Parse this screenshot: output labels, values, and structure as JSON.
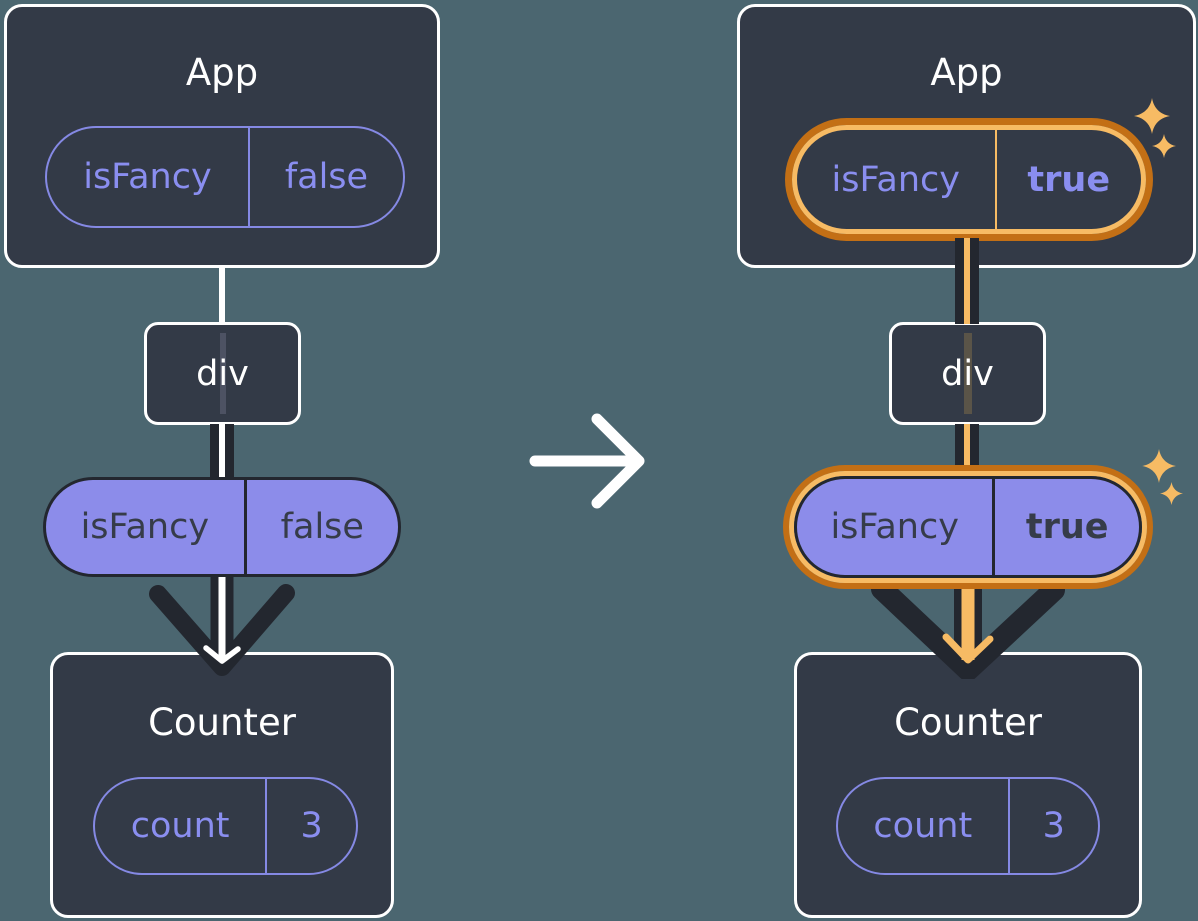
{
  "colors": {
    "background": "#4B6670",
    "card_background": "#333A47",
    "card_border": "#FFFFFF",
    "connector_dark": "#23272F",
    "purple_stroke": "#8589E4",
    "purple_text": "#8A8EF0",
    "purple_fill": "#8C8CEA",
    "highlight_orange_dark": "#C36F15",
    "highlight_orange_light": "#F7BB64"
  },
  "icons": {
    "transition": "right-arrow-icon",
    "flow": "down-arrow-icon",
    "highlight": "sparkle-icon"
  },
  "before": {
    "app": {
      "title": "App",
      "prop_name": "isFancy",
      "prop_value": "false"
    },
    "div_label": "div",
    "passed_prop": {
      "name": "isFancy",
      "value": "false"
    },
    "counter": {
      "title": "Counter",
      "state_name": "count",
      "state_value": "3"
    }
  },
  "after": {
    "app": {
      "title": "App",
      "prop_name": "isFancy",
      "prop_value": "true"
    },
    "div_label": "div",
    "passed_prop": {
      "name": "isFancy",
      "value": "true"
    },
    "counter": {
      "title": "Counter",
      "state_name": "count",
      "state_value": "3"
    }
  }
}
